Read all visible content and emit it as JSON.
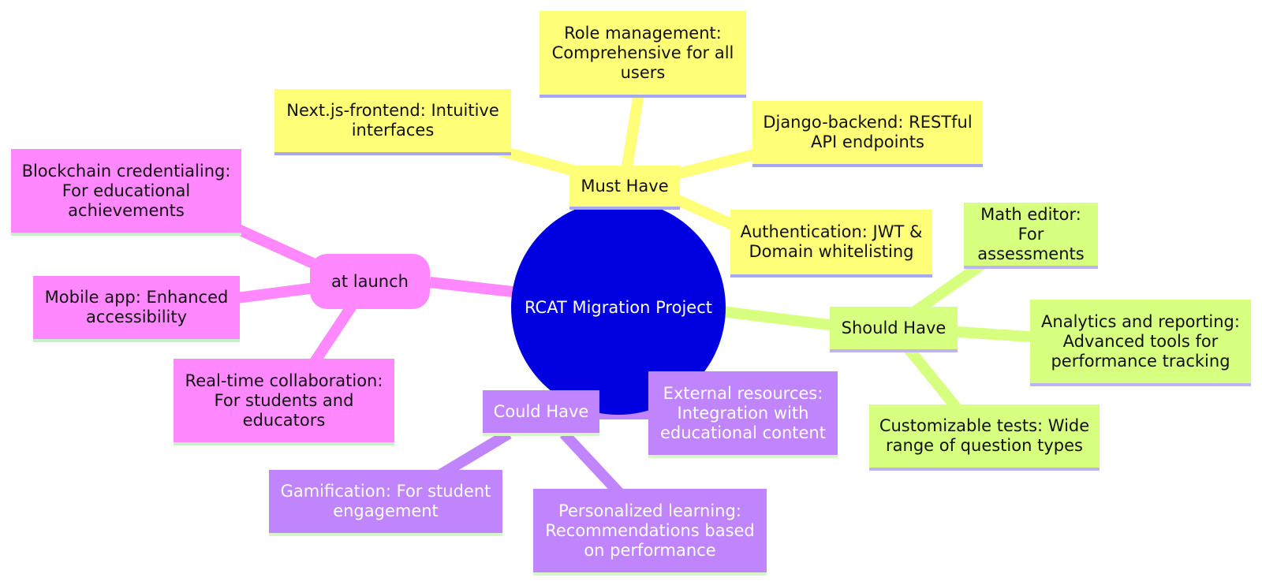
{
  "colors": {
    "root": "#0000e0",
    "must_have": "#ffff78",
    "should_have": "#d7ff80",
    "could_have": "#c084fc",
    "at_launch": "#ff88ff"
  },
  "root": {
    "label": "RCAT Migration Project"
  },
  "must_have": {
    "label": "Must Have",
    "items": [
      "Role management: Comprehensive for all users",
      "Next.js-frontend: Intuitive interfaces",
      "Django-backend: RESTful API endpoints",
      "Authentication: JWT & Domain whitelisting"
    ]
  },
  "should_have": {
    "label": "Should Have",
    "items": [
      "Math editor: For assessments",
      "Analytics and reporting: Advanced tools for performance tracking",
      "Customizable tests: Wide range of question types"
    ]
  },
  "could_have": {
    "label": "Could Have",
    "items": [
      "External resources: Integration with educational content",
      "Gamification: For student engagement",
      "Personalized learning: Recommendations based on performance"
    ]
  },
  "at_launch": {
    "label": "at launch",
    "items": [
      "Blockchain credentialing: For educational achievements",
      "Mobile app: Enhanced accessibility",
      "Real-time collaboration: For students and educators"
    ]
  }
}
